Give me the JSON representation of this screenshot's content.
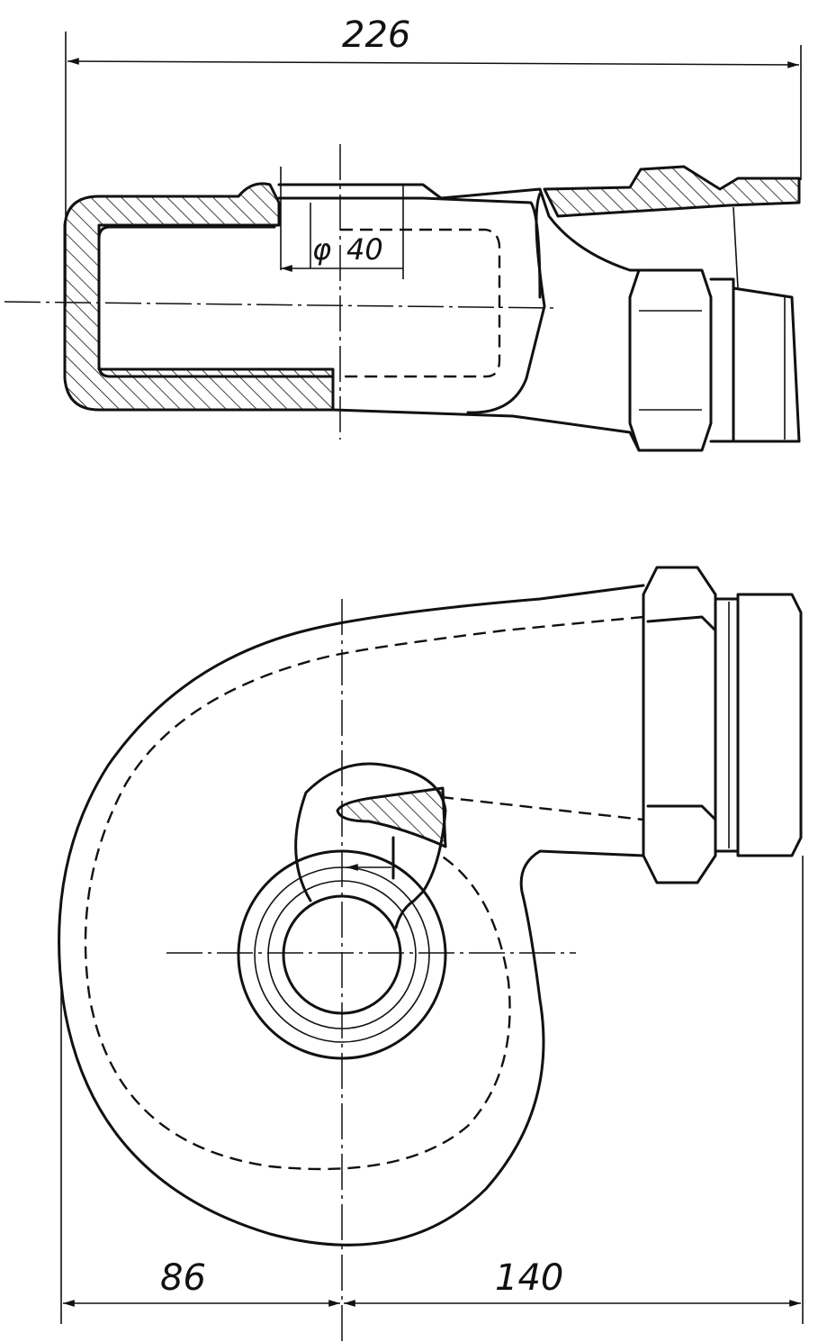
{
  "drawing": {
    "dimensions": {
      "overall_length": "226",
      "bore_diameter_symbol": "φ",
      "bore_diameter": "40",
      "left_offset": "86",
      "right_offset": "140"
    }
  }
}
